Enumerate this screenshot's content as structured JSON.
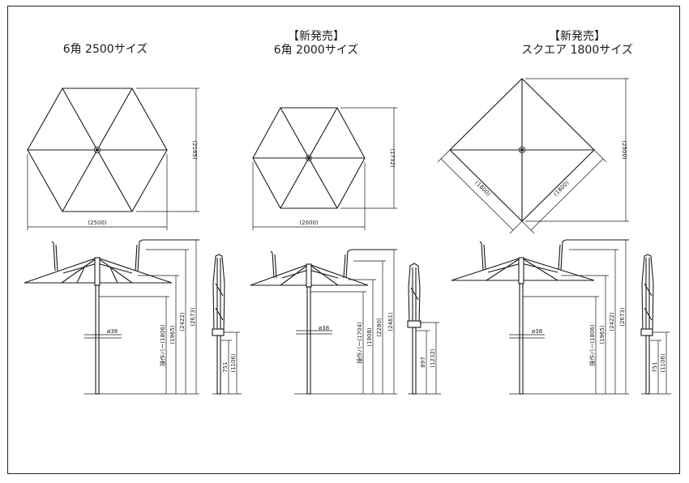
{
  "models": [
    {
      "badge": "",
      "name": "6角 2500サイズ",
      "plan": {
        "width": "(2500)",
        "height": "(2165)"
      },
      "side": {
        "pole": "ø38",
        "crank": "操作バー(1806)",
        "h2": "(1965)",
        "h3": "(2422)",
        "h4": "(2673)"
      },
      "folded": {
        "h1": "751",
        "h2": "(1106)"
      }
    },
    {
      "badge": "【新発売】",
      "name": "6角 2000サイズ",
      "plan": {
        "width": "(2000)",
        "height": "(1732)"
      },
      "side": {
        "pole": "ø38",
        "crank": "操作バー(1704)",
        "h2": "(1908)",
        "h3": "(2280)",
        "h4": "(2461)"
      },
      "folded": {
        "h1": "897",
        "h2": "(1232)"
      }
    },
    {
      "badge": "【新発売】",
      "name": "スクエア 1800サイズ",
      "plan": {
        "side_a": "(1800)",
        "side_b": "(1800)",
        "diagonal": "(2500)"
      },
      "side": {
        "pole": "ø38",
        "crank": "操作バー(1806)",
        "h2": "(1965)",
        "h3": "(2422)",
        "h4": "(2673)"
      },
      "folded": {
        "h1": "751",
        "h2": "(1106)"
      }
    }
  ]
}
